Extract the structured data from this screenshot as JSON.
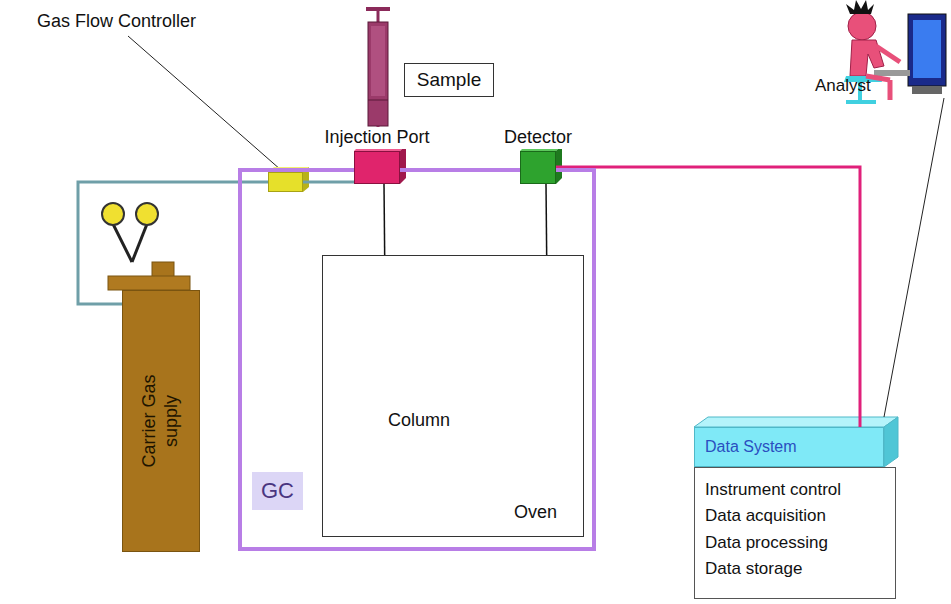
{
  "diagram": {
    "nodes": [
      {
        "text": [
          "GC"
        ]
      },
      {
        "text": [
          "Gas Flow Controller"
        ],
        "in": 0
      },
      {
        "text": [
          "Injection Port"
        ],
        "in": 0
      },
      {
        "text": [
          "Detector"
        ],
        "in": 0
      },
      {
        "text": [
          "Oven"
        ],
        "in": 0
      },
      {
        "text": [
          "Sample"
        ]
      },
      {
        "text": [
          "Carrier Gas supply"
        ]
      },
      {
        "text": [
          "Data System"
        ]
      },
      {
        "text": [
          "Instrument control",
          "Data acquisition",
          "Data processing",
          "Data storage"
        ]
      }
    ],
    "edges": [
      {
        "from": 6,
        "to": 1,
        "arrow": "none"
      },
      {
        "from": 1,
        "to": 2,
        "arrow": "none"
      },
      {
        "from": 3,
        "to": 7,
        "arrow": "none"
      }
    ],
    "labels": [
      "Column",
      "Analyst"
    ]
  }
}
